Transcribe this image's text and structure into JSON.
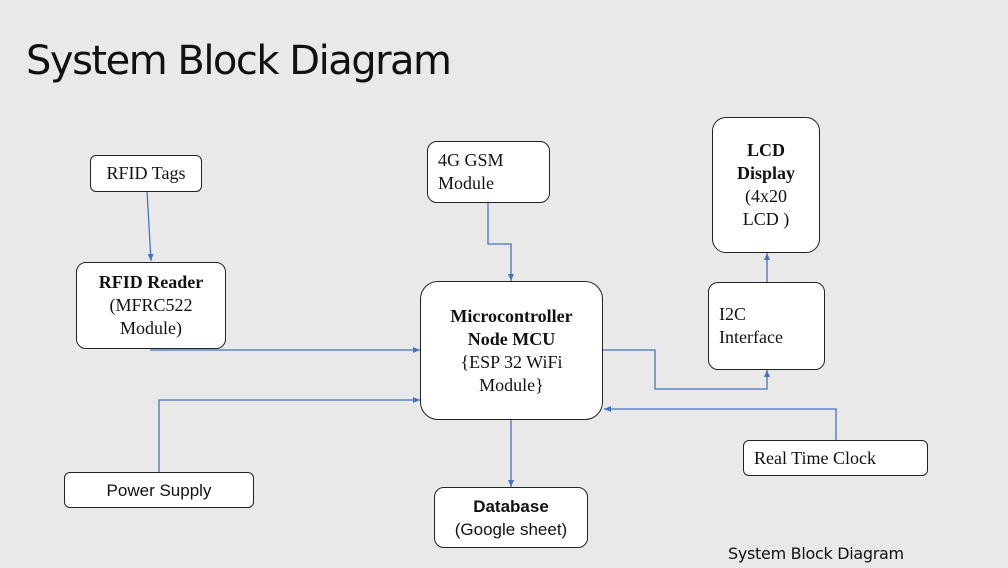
{
  "title": "System Block Diagram",
  "caption": "System Block Diagram",
  "colors": {
    "arrow": "#4472c4",
    "border": "#222222",
    "background": "#e9e9e9"
  },
  "nodes": {
    "rfid_tags": {
      "lines": [
        "RFID Tags"
      ]
    },
    "rfid_reader": {
      "bold_lines": [
        "RFID Reader"
      ],
      "lines": [
        "(MFRC522",
        "Module)"
      ]
    },
    "gsm": {
      "lines": [
        "4G GSM",
        "Module"
      ]
    },
    "mcu": {
      "bold_lines": [
        "Microcontroller",
        "Node MCU"
      ],
      "lines": [
        "{ESP 32 WiFi",
        "Module}"
      ]
    },
    "lcd": {
      "bold_lines": [
        "LCD",
        "Display"
      ],
      "lines": [
        "(4x20",
        "LCD )"
      ]
    },
    "i2c": {
      "lines": [
        "I2C",
        "Interface"
      ]
    },
    "rtc": {
      "lines": [
        "Real Time Clock"
      ]
    },
    "power": {
      "lines": [
        "Power Supply"
      ]
    },
    "database": {
      "bold_lines": [
        "Database"
      ],
      "lines": [
        "(Google sheet)"
      ]
    }
  }
}
